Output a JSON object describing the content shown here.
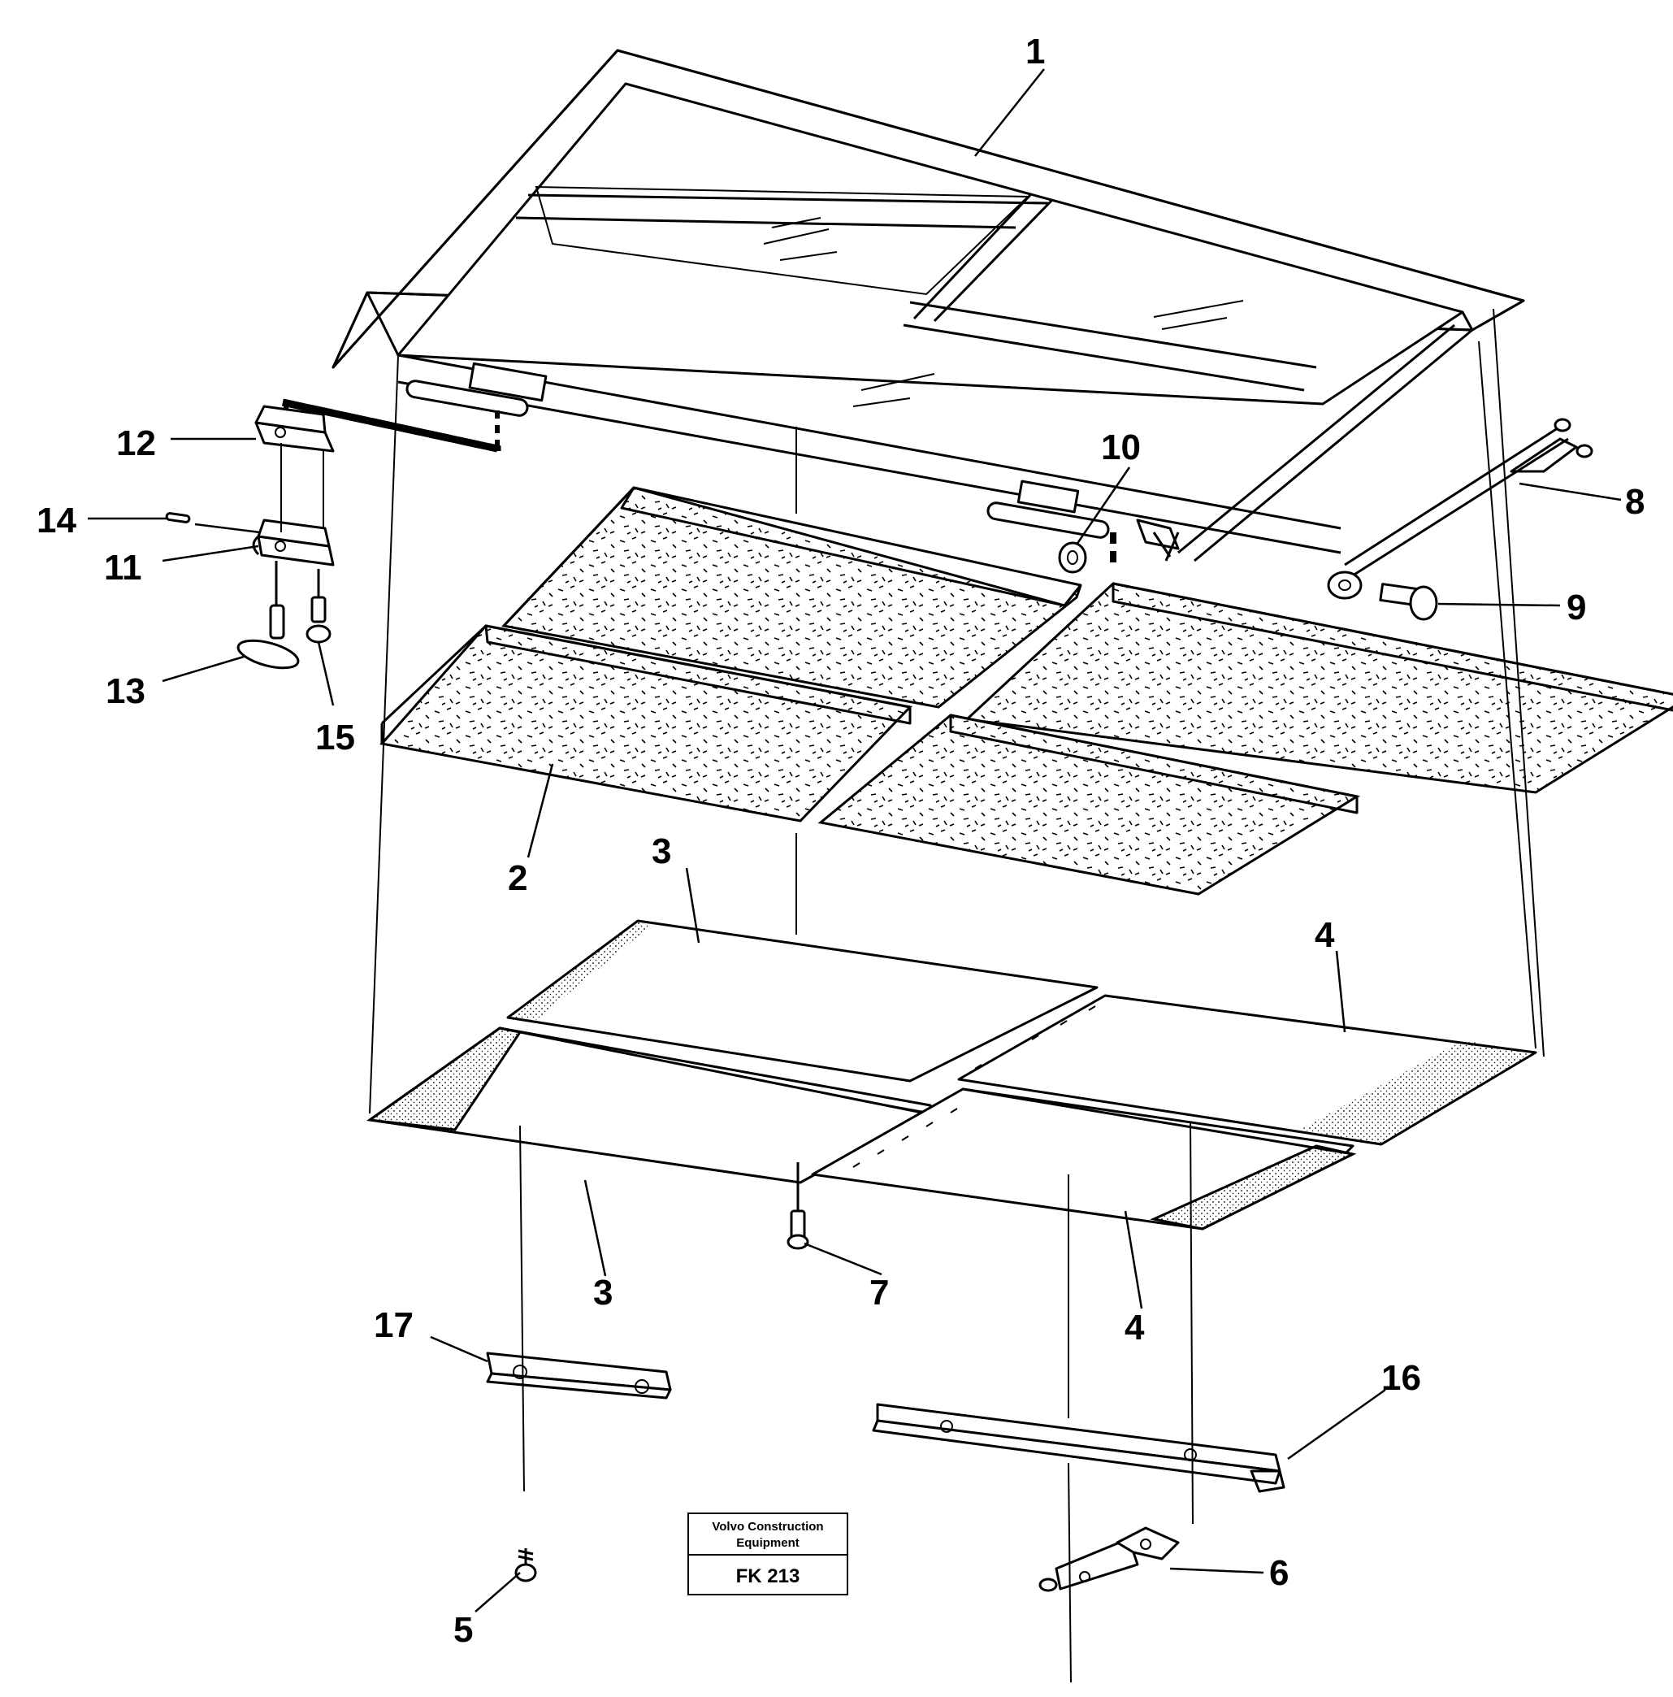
{
  "title_block": {
    "line1": "Volvo Construction",
    "line2": "Equipment",
    "code": "FK 213"
  },
  "callouts": {
    "c1": "1",
    "c2": "2",
    "c3a": "3",
    "c3b": "3",
    "c4a": "4",
    "c4b": "4",
    "c5": "5",
    "c6": "6",
    "c7": "7",
    "c8": "8",
    "c9": "9",
    "c10": "10",
    "c11": "11",
    "c12": "12",
    "c13": "13",
    "c14": "14",
    "c15": "15",
    "c16": "16",
    "c17": "17"
  }
}
